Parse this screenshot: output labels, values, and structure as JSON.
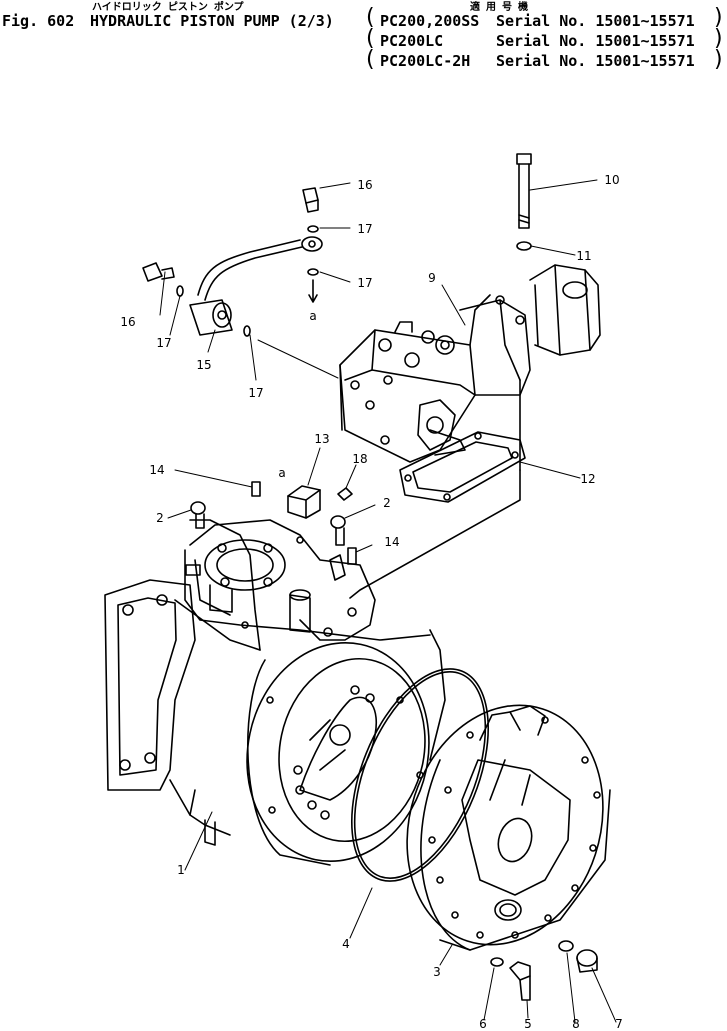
{
  "header": {
    "jp_title": "ハイドロリック ピストン ポンプ",
    "jp_applicable": "適 用 号 機",
    "fig": "Fig. 602",
    "title": "HYDRAULIC PISTON PUMP (2/3)",
    "models": [
      {
        "model": "PC200,200SS",
        "serial": "Serial No. 15001~15571"
      },
      {
        "model": "PC200LC",
        "serial": "Serial No. 15001~15571"
      },
      {
        "model": "PC200LC-2H",
        "serial": "Serial No. 15001~15571"
      }
    ]
  },
  "callouts": {
    "c1": "1",
    "c2a": "2",
    "c2b": "2",
    "c3": "3",
    "c4": "4",
    "c5": "5",
    "c6": "6",
    "c7": "7",
    "c8": "8",
    "c9": "9",
    "c10": "10",
    "c11": "11",
    "c12": "12",
    "c13": "13",
    "c14a": "14",
    "c14b": "14",
    "c15": "15",
    "c16a": "16",
    "c16b": "16",
    "c17a": "17",
    "c17b": "17",
    "c17c": "17",
    "c17d": "17",
    "c18": "18",
    "a1": "a",
    "a2": "a"
  }
}
